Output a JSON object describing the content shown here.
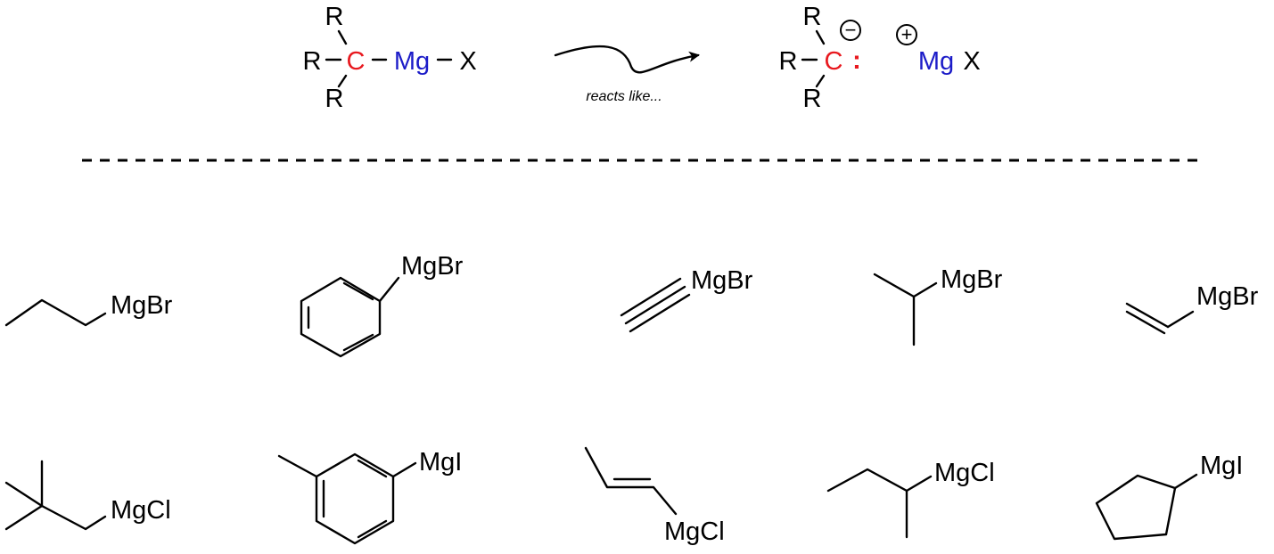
{
  "colors": {
    "carbon": "#e8191f",
    "magnesium": "#1c1cc8",
    "black": "#000000"
  },
  "reaction": {
    "reactant": {
      "r_top": "R",
      "r_left": "R",
      "r_bottom": "R",
      "carbon": "C",
      "metal": "Mg",
      "halide": "X"
    },
    "arrow_caption": "reacts like...",
    "product": {
      "r_top": "R",
      "r_left": "R",
      "r_bottom": "R",
      "carbon": "C",
      "lone_pair": ":",
      "minus": "−",
      "plus": "+",
      "metal": "Mg",
      "halide": "X"
    }
  },
  "reagents_row1": [
    {
      "name": "propylmagnesium-bromide",
      "label": "MgBr"
    },
    {
      "name": "phenylmagnesium-bromide",
      "label": "MgBr"
    },
    {
      "name": "ethynylmagnesium-bromide",
      "label": "MgBr"
    },
    {
      "name": "isopropylmagnesium-bromide",
      "label": "MgBr"
    },
    {
      "name": "vinylmagnesium-bromide",
      "label": "MgBr"
    }
  ],
  "reagents_row2": [
    {
      "name": "neopentylmagnesium-chloride",
      "label": "MgCl"
    },
    {
      "name": "m-tolylmagnesium-iodide",
      "label": "MgI"
    },
    {
      "name": "propenylmagnesium-chloride",
      "label": "MgCl"
    },
    {
      "name": "sec-butylmagnesium-chloride",
      "label": "MgCl"
    },
    {
      "name": "cyclopentylmagnesium-iodide",
      "label": "MgI"
    }
  ]
}
